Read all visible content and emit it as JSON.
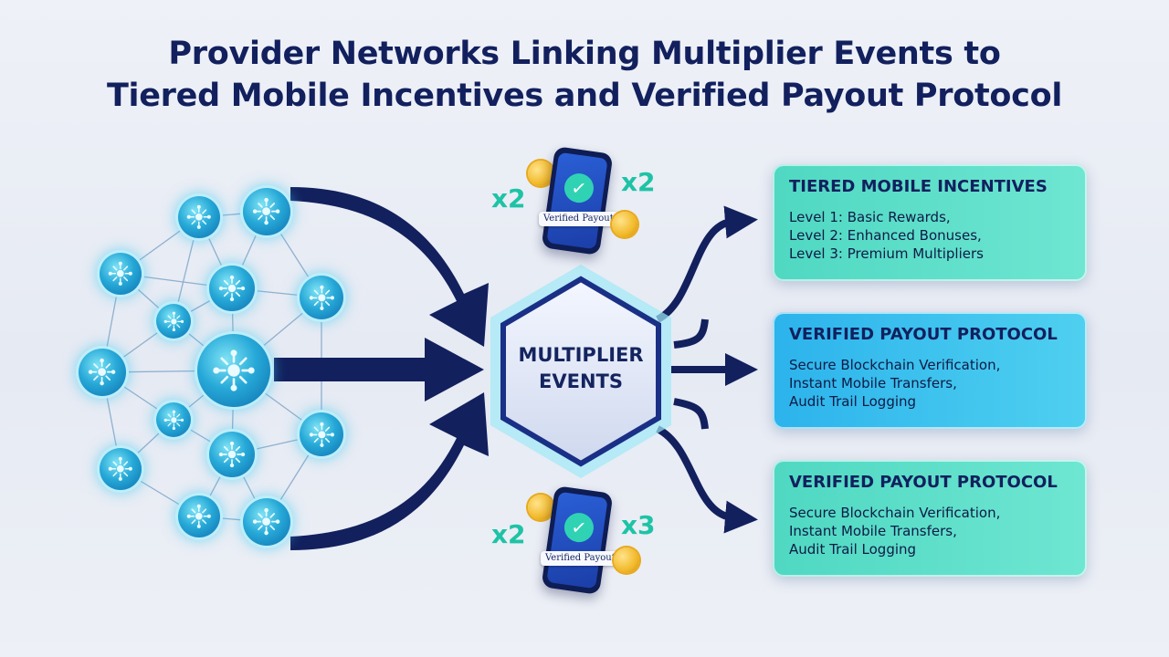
{
  "title": {
    "line1": "Provider Networks Linking Multiplier Events to",
    "line2": "Tiered Mobile Incentives and Verified Payout Protocol"
  },
  "hub": {
    "line1": "MULTIPLIER",
    "line2": "EVENTS"
  },
  "phones": [
    {
      "badge": "Verified Payout",
      "left_multiplier": "x2",
      "right_multiplier": "x2"
    },
    {
      "badge": "Verified Payout",
      "left_multiplier": "x2",
      "right_multiplier": "x3"
    }
  ],
  "cards": [
    {
      "title": "TIERED MOBILE INCENTIVES",
      "lines": [
        "Level 1: Basic Rewards,",
        "Level 2: Enhanced Bonuses,",
        "Level 3: Premium Multipliers"
      ]
    },
    {
      "title": "VERIFIED PAYOUT PROTOCOL",
      "lines": [
        "Secure Blockchain Verification,",
        "Instant Mobile Transfers,",
        "Audit Trail Logging"
      ]
    },
    {
      "title": "VERIFIED PAYOUT PROTOCOL",
      "lines": [
        "Secure Blockchain Verification,",
        "Instant Mobile Transfers,",
        "Audit Trail Logging"
      ]
    }
  ],
  "colors": {
    "navy": "#12205e",
    "cyan": "#27a9d8",
    "teal_card": "#5fe0cb",
    "blue_card": "#38c0ee",
    "multiplier_text": "#1ec3a6"
  },
  "icons": [
    "circuit-node-icon",
    "checkmark-icon",
    "coin-icon",
    "arrow-right-icon"
  ]
}
